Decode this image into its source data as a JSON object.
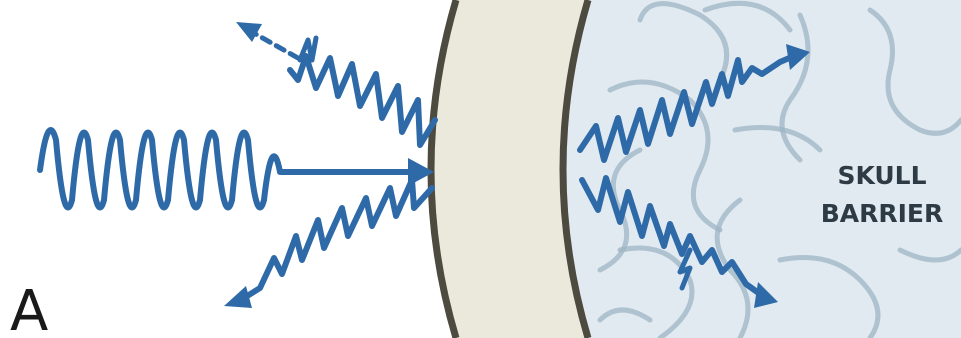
{
  "figure": {
    "panel_label": "A",
    "barrier_label_line1": "SKULL",
    "barrier_label_line2": "BARRIER"
  },
  "colors": {
    "wave": "#2f6aa8",
    "bone_fill": "#ebe8dc",
    "bone_edge": "#4d4a40",
    "brain_background": "#e1eaf1",
    "brain_fold": "#9db4c4"
  },
  "icons": {
    "incident": "sine-wave-arrow-icon",
    "reflected": "zigzag-arrow-icon",
    "transmitted": "zigzag-arrow-icon",
    "scattered": "dashed-arrow-icon"
  }
}
